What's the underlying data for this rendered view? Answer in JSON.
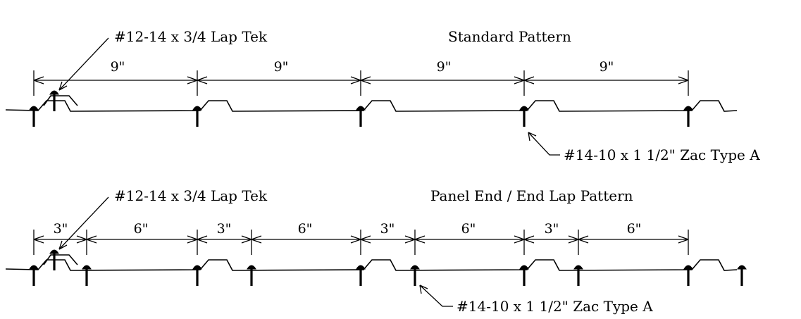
{
  "standard": {
    "title": "Standard Pattern",
    "lap_screw_label": "#12-14 x 3/4 Lap Tek",
    "field_screw_label": "#14-10 x 1 1/2\" Zac Type A",
    "spacings": [
      "9\"",
      "9\"",
      "9\"",
      "9\""
    ]
  },
  "end_lap": {
    "title": "Panel End / End Lap Pattern",
    "lap_screw_label": "#12-14 x 3/4 Lap Tek",
    "field_screw_label": "#14-10 x 1 1/2\" Zac Type A",
    "spacings": [
      "3\"",
      "6\"",
      "3\"",
      "6\"",
      "3\"",
      "6\"",
      "3\"",
      "6\""
    ]
  }
}
